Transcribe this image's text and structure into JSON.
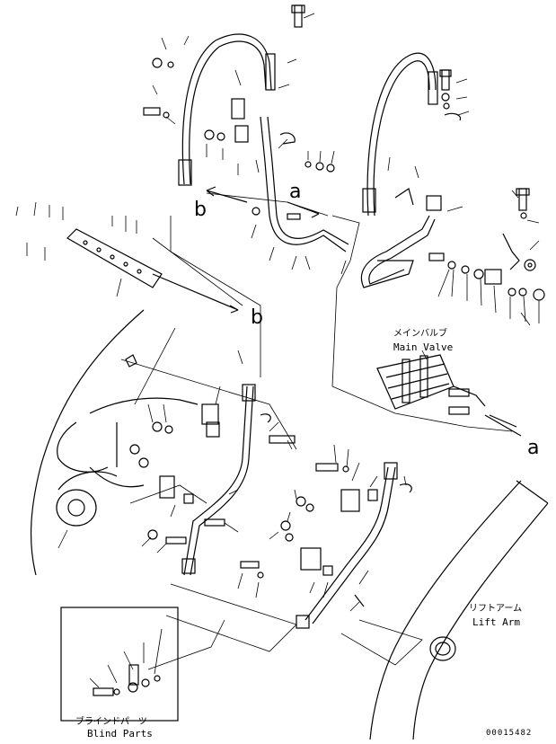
{
  "diagram": {
    "callouts": {
      "a_top": "a",
      "a_right": "a",
      "b_left": "b",
      "b_mid": "b"
    },
    "labels": {
      "main_valve_jp": "メインバルブ",
      "main_valve_en": "Main Valve",
      "lift_arm_jp": "リフトアーム",
      "lift_arm_en": "Lift Arm",
      "blind_parts_jp": "ブラインドパーツ",
      "blind_parts_en": "Blind Parts"
    },
    "drawing_code": "00015482"
  }
}
